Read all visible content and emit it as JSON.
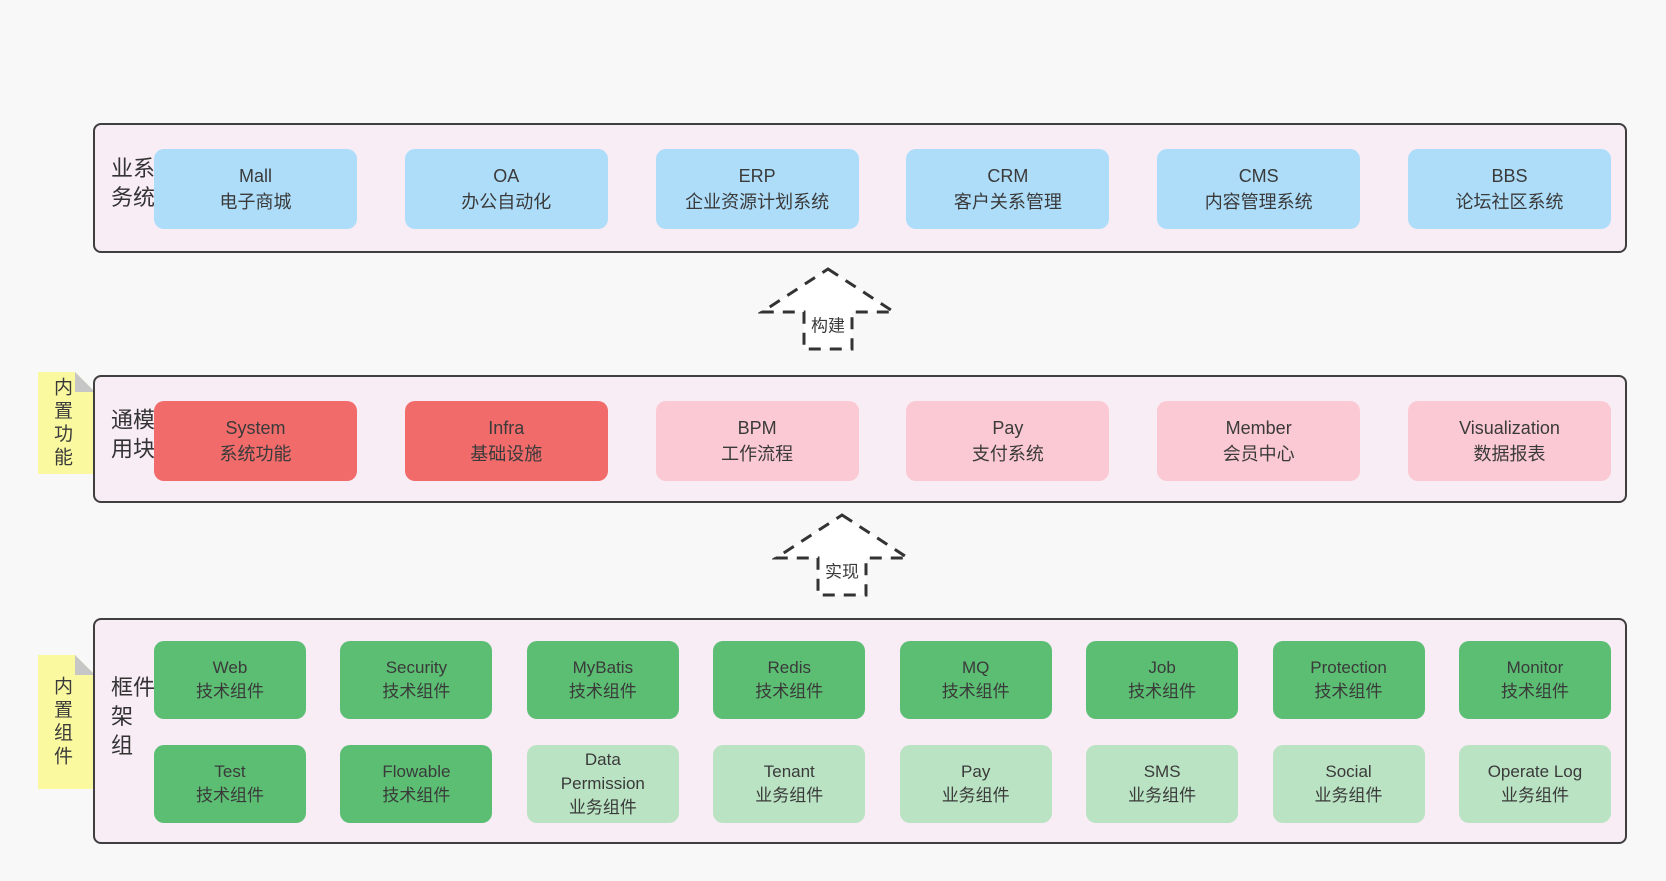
{
  "colors": {
    "page_bg": "#f8f8f8",
    "container_bg": "#f8ecf5",
    "container_border": "#3f3f3f",
    "business_box": "#aeddfa",
    "core_module_box": "#f16b6b",
    "optional_module_box": "#fbc9d3",
    "tech_component_box": "#5bbe72",
    "biz_component_box": "#bae3c3",
    "sticky_note": "#faf9a0",
    "sticky_fold": "#c6c6c6",
    "arrow_dash": "#333333",
    "arrow_fill": "#ffffff",
    "text": "#383838"
  },
  "side_labels": {
    "business": "业务系统",
    "modules": "通用模块",
    "components": "框架组件"
  },
  "stickies": {
    "modules": "内置功能",
    "components": "内置组件"
  },
  "arrows": {
    "build": "构建",
    "implement": "实现"
  },
  "business": {
    "items": [
      {
        "en": "Mall",
        "zh": "电子商城"
      },
      {
        "en": "OA",
        "zh": "办公自动化"
      },
      {
        "en": "ERP",
        "zh": "企业资源计划系统"
      },
      {
        "en": "CRM",
        "zh": "客户关系管理"
      },
      {
        "en": "CMS",
        "zh": "内容管理系统"
      },
      {
        "en": "BBS",
        "zh": "论坛社区系统"
      }
    ]
  },
  "modules": {
    "items": [
      {
        "en": "System",
        "zh": "系统功能",
        "type": "core"
      },
      {
        "en": "Infra",
        "zh": "基础设施",
        "type": "core"
      },
      {
        "en": "BPM",
        "zh": "工作流程",
        "type": "optional"
      },
      {
        "en": "Pay",
        "zh": "支付系统",
        "type": "optional"
      },
      {
        "en": "Member",
        "zh": "会员中心",
        "type": "optional"
      },
      {
        "en": "Visualization",
        "zh": "数据报表",
        "type": "optional"
      }
    ]
  },
  "components": {
    "row1": [
      {
        "en": "Web",
        "zh": "技术组件"
      },
      {
        "en": "Security",
        "zh": "技术组件"
      },
      {
        "en": "MyBatis",
        "zh": "技术组件"
      },
      {
        "en": "Redis",
        "zh": "技术组件"
      },
      {
        "en": "MQ",
        "zh": "技术组件"
      },
      {
        "en": "Job",
        "zh": "技术组件"
      },
      {
        "en": "Protection",
        "zh": "技术组件"
      },
      {
        "en": "Monitor",
        "zh": "技术组件"
      }
    ],
    "row2": [
      {
        "en": "Test",
        "zh": "技术组件",
        "type": "tech"
      },
      {
        "en": "Flowable",
        "zh": "技术组件",
        "type": "tech"
      },
      {
        "en": "Data Permission",
        "zh": "业务组件",
        "type": "biz"
      },
      {
        "en": "Tenant",
        "zh": "业务组件",
        "type": "biz"
      },
      {
        "en": "Pay",
        "zh": "业务组件",
        "type": "biz"
      },
      {
        "en": "SMS",
        "zh": "业务组件",
        "type": "biz"
      },
      {
        "en": "Social",
        "zh": "业务组件",
        "type": "biz"
      },
      {
        "en": "Operate Log",
        "zh": "业务组件",
        "type": "biz"
      }
    ]
  }
}
